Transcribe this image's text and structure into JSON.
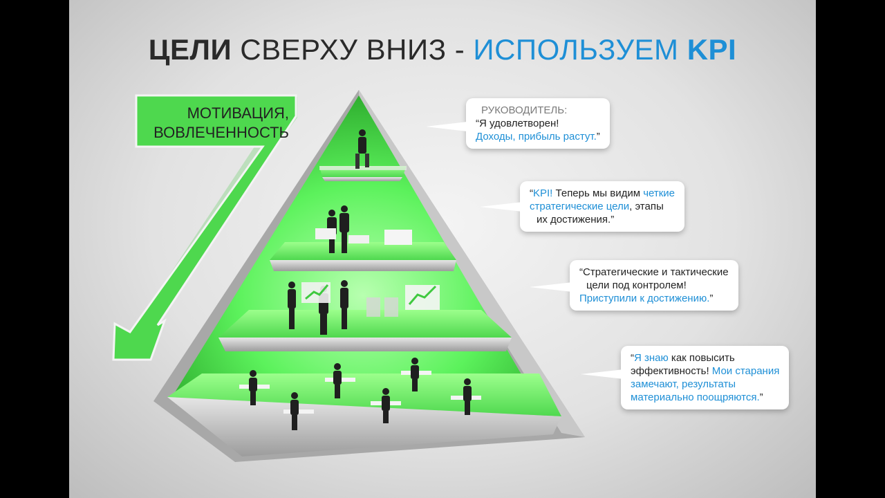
{
  "title": {
    "part1": "ЦЕЛИ",
    "part2": " СВЕРХУ ВНИЗ - ",
    "part3": "ИСПОЛЬЗУЕМ ",
    "part4": "KPI"
  },
  "arrow": {
    "line1": "МОТИВАЦИЯ,",
    "line2": "ВОВЛЕЧЕННОСТЬ",
    "color": "#4ed84e"
  },
  "bubbles": {
    "b1": {
      "role": "РУКОВОДИТЕЛЬ:",
      "l2": "“Я удовлетворен!",
      "l3": "Доходы, прибыль растут.",
      "l3end": "”"
    },
    "b2": {
      "q": "“",
      "kpi": "KPI!",
      "a": " Теперь мы видим ",
      "b": "четкие",
      "c": "стратегические цели",
      "d": ", этапы",
      "e": "их достижения.”"
    },
    "b3": {
      "l1": "“Стратегические и тактические",
      "l2": "цели под контролем!",
      "l3": "Приступили к достижению.",
      "l3end": "”"
    },
    "b4": {
      "q": "“",
      "a": "Я знаю",
      "b": " как повысить",
      "c": "эффективность! ",
      "d": "Мои старания",
      "e": "замечают, результаты",
      "f": "материально поощряются.",
      "fend": "”"
    }
  },
  "colors": {
    "green": "#5cf25c",
    "blue": "#1e8fd6",
    "title": "#2a2a2a"
  }
}
